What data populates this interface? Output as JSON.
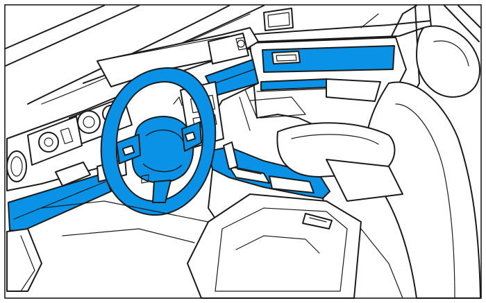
{
  "image": {
    "highlight_color": "#0a93e6",
    "line_color": "#1a1a1a",
    "background": "#ffffff",
    "highlighted_parts": [
      "steering-wheel",
      "dashboard-trim-left",
      "dashboard-trim-right",
      "center-console-trim",
      "door-upper-trim",
      "door-armrest-trim",
      "door-handle-bezel"
    ]
  }
}
